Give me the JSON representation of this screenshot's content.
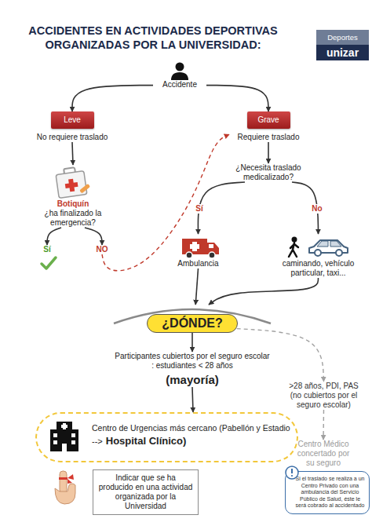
{
  "diagram": {
    "title": "ACCIDENTES EN ACTIVIDADES DEPORTIVAS ORGANIZADAS POR LA UNIVERSIDAD:",
    "nodes": [
      {
        "text": [
          "Accidente"
        ]
      },
      {
        "text": [
          "Leve",
          "No requiere traslado"
        ]
      },
      {
        "text": [
          "Grave",
          "Requiere traslado"
        ]
      },
      {
        "text": [
          "Botiquín",
          "¿ha finalizado la emergencia?"
        ]
      },
      {
        "text": [
          "Sí"
        ]
      },
      {
        "text": [
          "NO"
        ]
      },
      {
        "text": [
          "¿Necesita traslado medicalizado?"
        ]
      },
      {
        "text": [
          "Ambulancia"
        ]
      },
      {
        "text": [
          "caminando, vehículo particular, taxi..."
        ]
      },
      {
        "text": [
          "¿DÓNDE?"
        ]
      },
      {
        "text": [
          "Participantes cubiertos por el seguro escolar : estudiantes < 28 años",
          "(mayoría)"
        ]
      },
      {
        "text": [
          ">28 años, PDI, PAS (no cubiertos por el seguro escolar)"
        ]
      },
      {
        "text": [
          "Centro de Urgencias más cercano (Pabellón y Estadio",
          "-->",
          "Hospital Clínico)"
        ]
      },
      {
        "text": [
          "Indicar que se ha producido en una actividad organizada por la Universidad"
        ]
      },
      {
        "text": [
          "Centro Médico concertado por su seguro"
        ]
      },
      {
        "text": [
          "Si el traslado se realiza a un Centro Privado con una ambulancia del Servicio Público de Salud, éste le será cobrado al accidentado"
        ]
      }
    ],
    "edges": [
      {
        "from": 0,
        "to": 1,
        "arrow": "to"
      },
      {
        "from": 0,
        "to": 2,
        "arrow": "to"
      },
      {
        "from": 1,
        "to": 3,
        "arrow": "to"
      },
      {
        "from": 3,
        "to": 4,
        "arrow": "to"
      },
      {
        "from": 3,
        "to": 5,
        "arrow": "to"
      },
      {
        "from": 5,
        "to": 2,
        "arrow": "to"
      },
      {
        "from": 2,
        "to": 6,
        "arrow": "to"
      },
      {
        "from": 6,
        "to": 7,
        "label": "Sí",
        "arrow": "to"
      },
      {
        "from": 6,
        "to": 8,
        "label": "No",
        "arrow": "to"
      },
      {
        "from": 7,
        "to": 9,
        "arrow": "to"
      },
      {
        "from": 8,
        "to": 9,
        "arrow": "to"
      },
      {
        "from": 9,
        "to": 10,
        "arrow": "to"
      },
      {
        "from": 9,
        "to": 11,
        "arrow": "to"
      },
      {
        "from": 10,
        "to": 12,
        "arrow": "to"
      },
      {
        "from": 11,
        "to": 14,
        "arrow": "to"
      }
    ],
    "labels": [
      "Deportes",
      "unizar"
    ]
  }
}
